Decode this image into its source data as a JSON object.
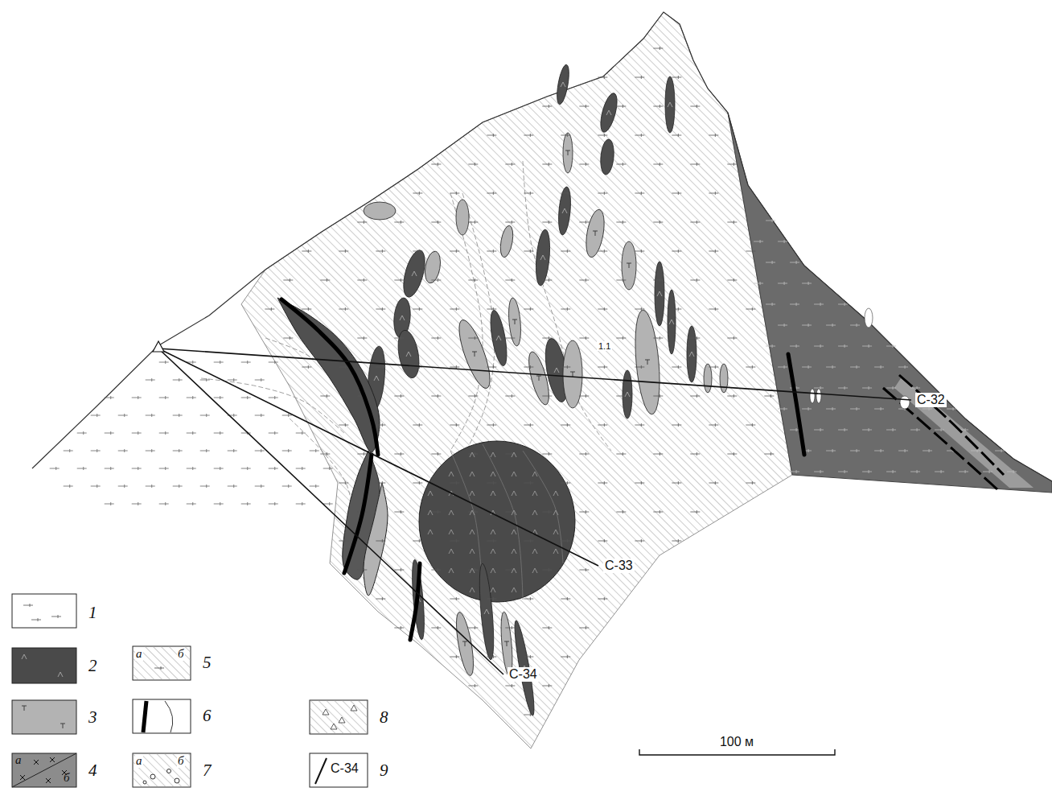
{
  "diagram": {
    "labels": [
      "С-32",
      "С-33",
      "С-34",
      "1.1",
      "100 м",
      "а",
      "б",
      "а",
      "б",
      "а",
      "б",
      "С-34"
    ],
    "legend": [
      {
        "text": "1"
      },
      {
        "text": "2",
        "color": "#4a4a4a"
      },
      {
        "text": "3",
        "color": "#b3b3b3"
      },
      {
        "text": "4"
      },
      {
        "text": "5"
      },
      {
        "text": "6"
      },
      {
        "text": "7"
      },
      {
        "text": "8"
      },
      {
        "text": "9"
      }
    ]
  }
}
